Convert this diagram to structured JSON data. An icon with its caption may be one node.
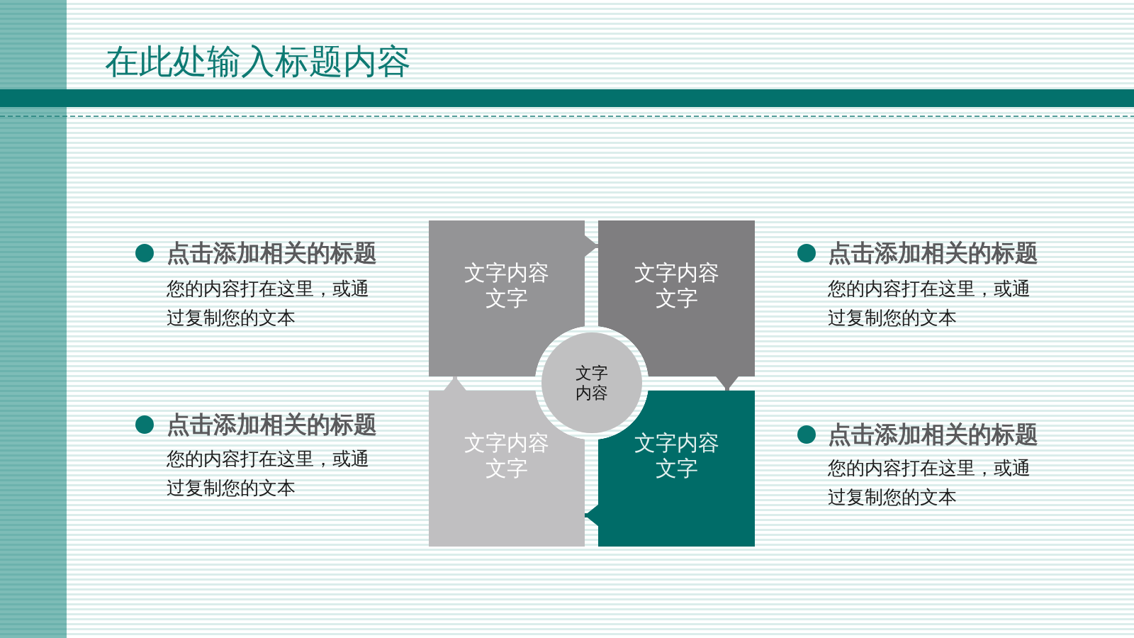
{
  "diagram": {
    "title": "在此处输入标题内容",
    "nodes": [
      {
        "text": [
          "文字内容文字"
        ]
      },
      {
        "text": [
          "文字内容文字"
        ]
      },
      {
        "text": [
          "文字内容"
        ]
      },
      {
        "text": [
          "文字内容文字"
        ]
      },
      {
        "text": [
          "文字内容文字"
        ]
      }
    ],
    "edges": [
      {
        "from": 0,
        "to": 1,
        "arrow": "to",
        "color": "#949496"
      },
      {
        "from": 1,
        "to": 4,
        "arrow": "to",
        "color": "#7f7e80"
      },
      {
        "from": 4,
        "to": 3,
        "arrow": "to",
        "color": "#006c68"
      },
      {
        "from": 3,
        "to": 0,
        "arrow": "to",
        "color": "#c0bfc1"
      }
    ],
    "labels": [
      "点击添加相关的标题",
      "您的内容打在这里，或通过复制您的文本",
      "点击添加相关的标题",
      "您的内容打在这里，或通过复制您的文本",
      "点击添加相关的标题",
      "您的内容打在这里，或通过复制您的文本",
      "点击添加相关的标题",
      "您的内容打在这里，或通过复制您的文本"
    ]
  }
}
